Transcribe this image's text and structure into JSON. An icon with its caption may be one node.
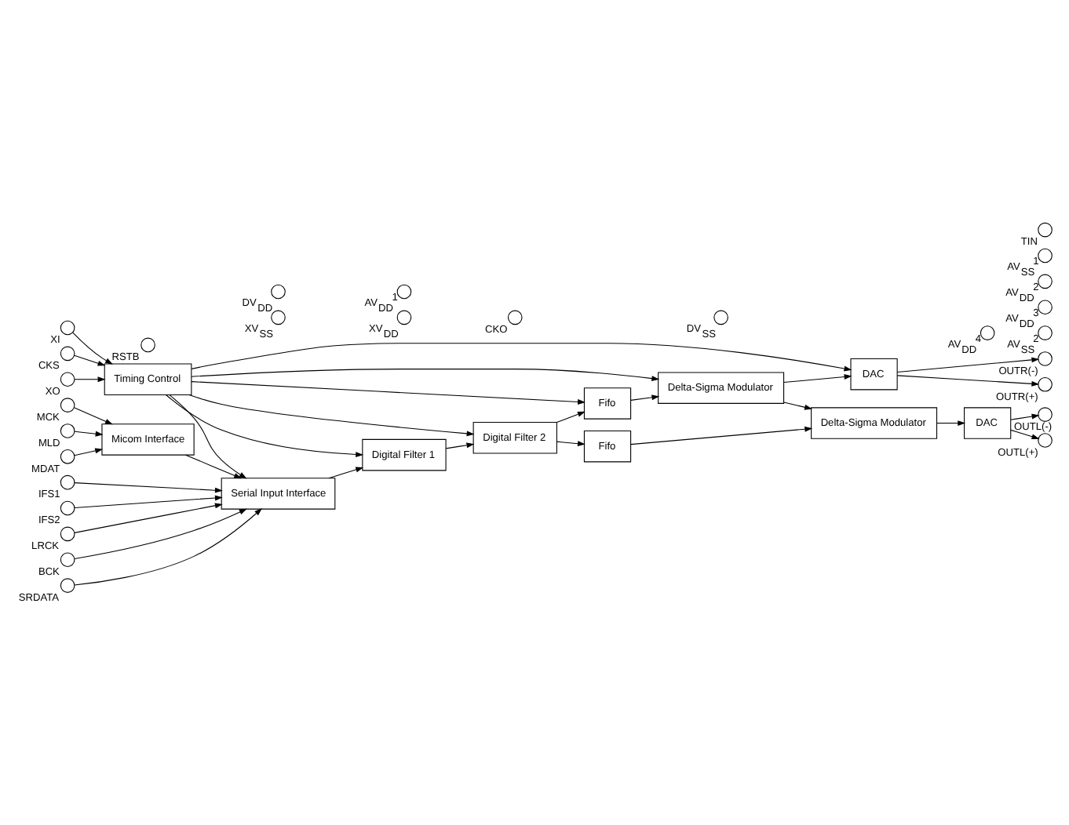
{
  "diagram": {
    "nodes": [
      {
        "text": [
          "Timing Control"
        ]
      },
      {
        "text": [
          "Serial Input Interface"
        ]
      },
      {
        "text": [
          "Digital Filter 1"
        ]
      },
      {
        "text": [
          "Digital Filter 2"
        ]
      },
      {
        "text": [
          "Fifo"
        ]
      },
      {
        "text": [
          "Delta-Sigma Modulator"
        ]
      },
      {
        "text": [
          "DAC"
        ]
      },
      {
        "text": [
          "Fifo"
        ]
      },
      {
        "text": [
          "Delta-Sigma Modulator"
        ]
      },
      {
        "text": [
          "DAC"
        ]
      },
      {
        "text": [
          "Micom Interface"
        ]
      },
      {
        "text": [],
        "shape": "circle",
        "beside": [
          "XV$_{SS}$"
        ]
      },
      {
        "text": [],
        "shape": "circle",
        "beside": [
          "XO"
        ]
      },
      {
        "text": [],
        "shape": "circle",
        "beside": [
          "XI"
        ]
      },
      {
        "text": [],
        "shape": "circle",
        "beside": [
          "XV$_{DD}$"
        ]
      },
      {
        "text": [],
        "shape": "circle",
        "beside": [
          "CKS"
        ]
      },
      {
        "text": [],
        "shape": "circle",
        "beside": [
          "CKO"
        ]
      },
      {
        "text": [],
        "shape": "circle",
        "beside": [
          "DV$_{SS}$"
        ]
      },
      {
        "text": [],
        "shape": "circle",
        "beside": [
          "AV$_{DD}$$^{4}$"
        ]
      },
      {
        "text": [],
        "shape": "circle",
        "beside": [
          "AV$_{SS}$$^{2}$"
        ]
      },
      {
        "text": [],
        "shape": "circle",
        "beside": [
          "AV$_{DD}$$^{3}$"
        ]
      },
      {
        "text": [],
        "shape": "circle",
        "beside": [
          "OUTR(+)"
        ]
      },
      {
        "text": [],
        "shape": "circle",
        "beside": [
          "OUTR(-)"
        ]
      },
      {
        "text": [],
        "shape": "circle",
        "beside": [
          "OUTL(-)"
        ]
      },
      {
        "text": [],
        "shape": "circle",
        "beside": [
          "OUTL(+)"
        ]
      },
      {
        "text": [],
        "shape": "circle",
        "beside": [
          "AV$_{DD}$$^{2}$"
        ]
      },
      {
        "text": [],
        "shape": "circle",
        "beside": [
          "AV$_{SS}$$^{1}$"
        ]
      },
      {
        "text": [],
        "shape": "circle",
        "beside": [
          "MDAT"
        ]
      },
      {
        "text": [],
        "shape": "circle",
        "beside": [
          "MCK"
        ]
      },
      {
        "text": [],
        "shape": "circle",
        "beside": [
          "MLD"
        ]
      },
      {
        "text": [],
        "shape": "circle",
        "beside": [
          "TIN"
        ]
      },
      {
        "text": [],
        "shape": "circle",
        "beside": [
          "RSTB"
        ]
      },
      {
        "text": [],
        "shape": "circle",
        "beside": [
          "DV$_{DD}$"
        ]
      },
      {
        "text": [],
        "shape": "circle",
        "beside": [
          "AV$_{DD}$$^{1}$"
        ]
      },
      {
        "text": [],
        "shape": "circle",
        "beside": [
          "IFS1"
        ]
      },
      {
        "text": [],
        "shape": "circle",
        "beside": [
          "IFS2"
        ]
      },
      {
        "text": [],
        "shape": "circle",
        "beside": [
          "LRCK"
        ]
      },
      {
        "text": [],
        "shape": "circle",
        "beside": [
          "BCK"
        ]
      },
      {
        "text": [],
        "shape": "circle",
        "beside": [
          "SRDATA"
        ]
      }
    ],
    "edges": [
      {
        "from": 12,
        "to": 0,
        "arrow": "to"
      },
      {
        "from": 13,
        "to": 0,
        "arrow": "to"
      },
      {
        "from": 15,
        "to": 0,
        "arrow": "to"
      },
      {
        "from": 0,
        "to": 1,
        "arrow": "to"
      },
      {
        "from": 0,
        "to": 2,
        "arrow": "to"
      },
      {
        "from": 0,
        "to": 3,
        "arrow": "to"
      },
      {
        "from": 0,
        "to": 4,
        "arrow": "to"
      },
      {
        "from": 0,
        "to": 5,
        "arrow": "to"
      },
      {
        "from": 0,
        "to": 6,
        "arrow": "to"
      },
      {
        "from": 34,
        "to": 1,
        "arrow": "to"
      },
      {
        "from": 35,
        "to": 1,
        "arrow": "to"
      },
      {
        "from": 36,
        "to": 1,
        "arrow": "to"
      },
      {
        "from": 37,
        "to": 1,
        "arrow": "to"
      },
      {
        "from": 38,
        "to": 1,
        "arrow": "to"
      },
      {
        "from": 1,
        "to": 2,
        "arrow": "to"
      },
      {
        "from": 2,
        "to": 3,
        "arrow": "to"
      },
      {
        "from": 3,
        "to": 4,
        "arrow": "to"
      },
      {
        "from": 3,
        "to": 7,
        "arrow": "to"
      },
      {
        "from": 4,
        "to": 5,
        "arrow": "to"
      },
      {
        "from": 5,
        "to": 6,
        "arrow": "to"
      },
      {
        "from": 5,
        "to": 8,
        "arrow": "to"
      },
      {
        "from": 7,
        "to": 8,
        "arrow": "to"
      },
      {
        "from": 8,
        "to": 9,
        "arrow": "to"
      },
      {
        "from": 6,
        "to": 21,
        "arrow": "to"
      },
      {
        "from": 6,
        "to": 22,
        "arrow": "to"
      },
      {
        "from": 9,
        "to": 23,
        "arrow": "to"
      },
      {
        "from": 9,
        "to": 24,
        "arrow": "to"
      },
      {
        "from": 10,
        "to": 1,
        "arrow": "to"
      },
      {
        "from": 27,
        "to": 10,
        "arrow": "to"
      },
      {
        "from": 28,
        "to": 10,
        "arrow": "to"
      },
      {
        "from": 29,
        "to": 10,
        "arrow": "to"
      }
    ]
  }
}
